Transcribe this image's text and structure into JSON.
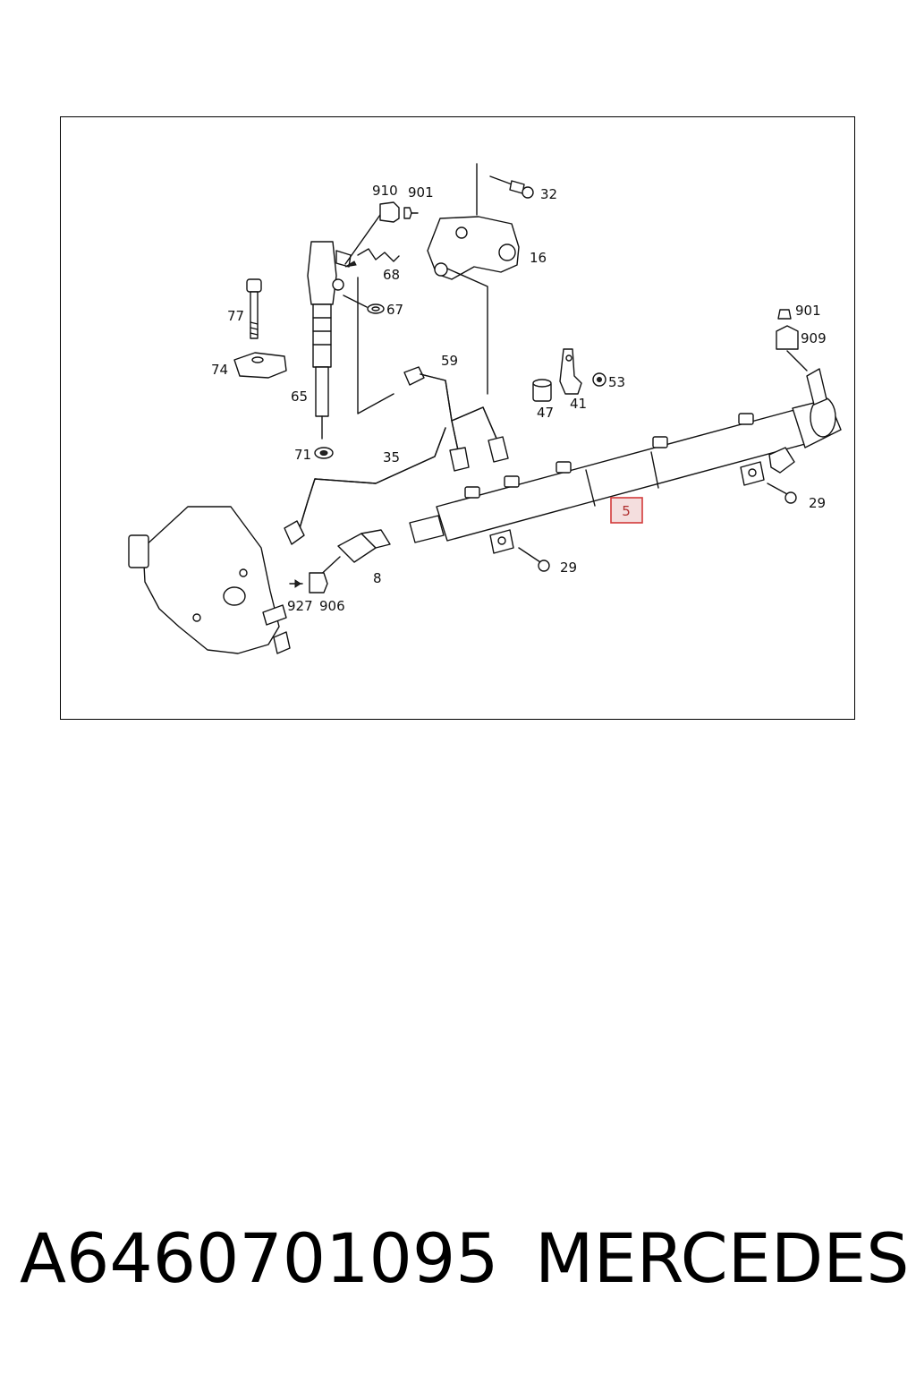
{
  "diagram": {
    "labels": {
      "l910": "910",
      "l901a": "901",
      "l32": "32",
      "l16": "16",
      "l68": "68",
      "l67": "67",
      "l77": "77",
      "l74": "74",
      "l65": "65",
      "l59": "59",
      "l71": "71",
      "l35": "35",
      "l47": "47",
      "l41": "41",
      "l53": "53",
      "l901b": "901",
      "l909": "909",
      "l29a": "29",
      "l29b": "29",
      "l8": "8",
      "l927": "927",
      "l906": "906"
    },
    "highlighted_part": "5",
    "highlight_color": "#d23a3a"
  },
  "footer": {
    "part_number": "A6460701095",
    "brand": "MERCEDES"
  }
}
